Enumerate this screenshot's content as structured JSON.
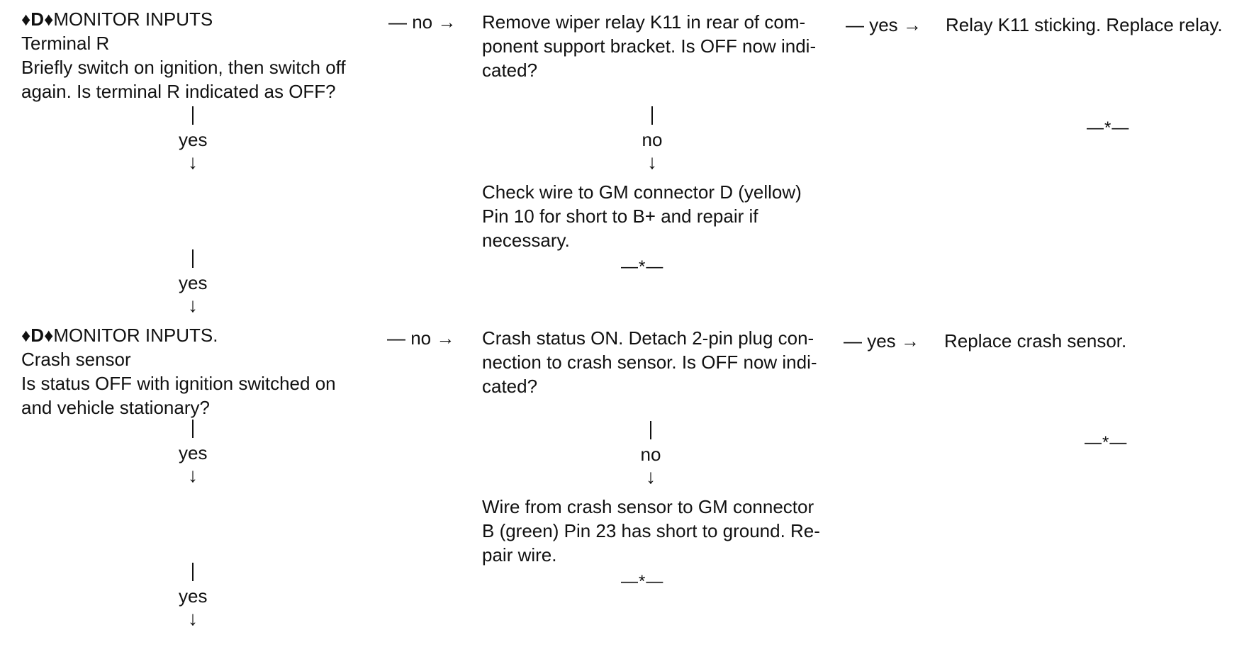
{
  "step1": {
    "title": "♦D♦MONITOR INPUTS",
    "subtitle": "Terminal R",
    "lines": [
      "Briefly switch on ignition, then switch off",
      "again. Is terminal R indicated as OFF?"
    ],
    "no_label": "— no →",
    "branch_no": {
      "lines": [
        "Remove wiper relay K11 in rear of com-",
        "ponent support bracket. Is OFF now indi-",
        "cated?"
      ],
      "yes_label": "— yes →",
      "branch_yes": "Relay K11 sticking. Replace relay.",
      "end_mark_yes": "—*—",
      "no_label": "no",
      "branch_no_lines": [
        "Check wire to GM connector D (yellow)",
        "Pin 10 for short to B+ and repair if",
        "necessary."
      ],
      "end_mark_no": "—*—"
    },
    "yes_label": "yes",
    "yes_label_2": "yes"
  },
  "step2": {
    "title": "MONITOR INPUTS.",
    "subtitle": "Crash sensor",
    "lines": [
      "Is status OFF with ignition switched on",
      "and vehicle stationary?"
    ],
    "no_label": "— no →",
    "branch_no": {
      "lines": [
        "Crash status ON. Detach 2-pin plug con-",
        "nection to crash sensor. Is OFF now indi-",
        "cated?"
      ],
      "yes_label": "— yes →",
      "branch_yes": "Replace crash sensor.",
      "end_mark_yes": "—*—",
      "no_label": "no",
      "branch_no_lines": [
        "Wire from crash sensor to GM connector",
        "B (green) Pin 23 has short to ground. Re-",
        "pair wire."
      ],
      "end_mark_no": "—*—"
    },
    "yes_label": "yes",
    "yes_label_2": "yes"
  },
  "glyphs": {
    "arrow_down": "↓",
    "diamond": "♦",
    "d": "D"
  }
}
